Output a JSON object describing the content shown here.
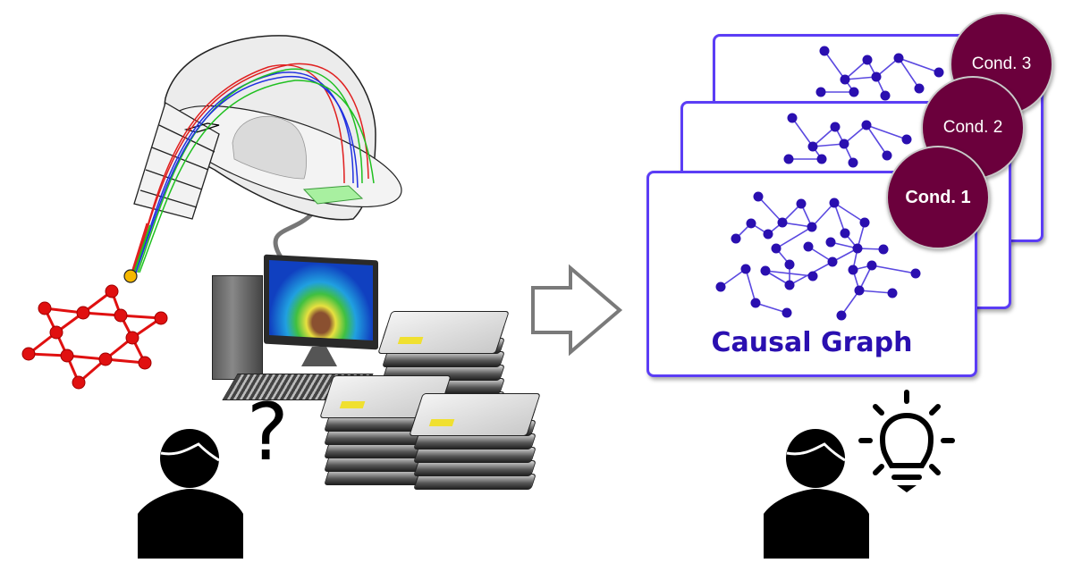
{
  "left_panel": {
    "question_mark": "?",
    "icons": [
      "crystal-lattice-icon",
      "spectrometer-icon",
      "computer-icon",
      "hard-drive-stack-icon",
      "person-icon"
    ]
  },
  "arrow": {
    "direction": "right",
    "color": "#7a7a7a"
  },
  "right_panel": {
    "cards": [
      {
        "badge": "Cond. 3"
      },
      {
        "badge": "Cond. 2"
      },
      {
        "badge": "Cond. 1",
        "title": "Causal Graph"
      }
    ],
    "colors": {
      "card_border": "#5b3df5",
      "graph": "#2a0fb0",
      "badge_fill": "#6b003c",
      "badge_text": "#ffffff"
    },
    "icons": [
      "person-icon",
      "lightbulb-icon"
    ]
  }
}
